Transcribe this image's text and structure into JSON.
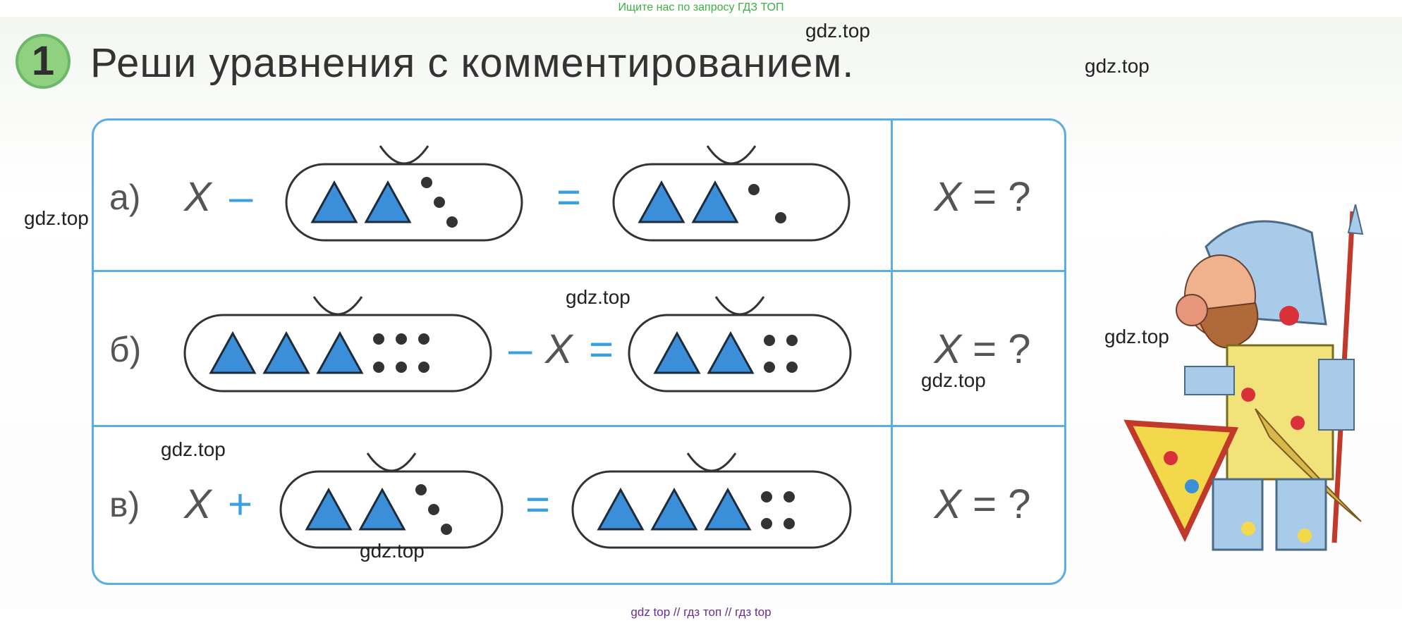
{
  "banner": "Ищите нас по запросу ГДЗ ТОП",
  "task": {
    "number": "1",
    "title": "Реши уравнения с комментированием."
  },
  "rows": [
    {
      "letter": "а)",
      "x": "X",
      "op": "–",
      "eq": "=",
      "answer_x": "X",
      "answer_eq": "=",
      "answer_q": "?"
    },
    {
      "letter": "б)",
      "x": "X",
      "op": "–",
      "eq": "=",
      "answer_x": "X",
      "answer_eq": "=",
      "answer_q": "?"
    },
    {
      "letter": "в)",
      "x": "X",
      "op": "+",
      "eq": "=",
      "answer_x": "X",
      "answer_eq": "=",
      "answer_q": "?"
    }
  ],
  "pictures": {
    "a_left": {
      "triangles": 2,
      "dots": 3
    },
    "a_right": {
      "triangles": 2,
      "dots": 2
    },
    "b_left": {
      "triangles": 3,
      "dots": 6
    },
    "b_right": {
      "triangles": 2,
      "dots": 4
    },
    "c_left": {
      "triangles": 2,
      "dots": 3
    },
    "c_right": {
      "triangles": 3,
      "dots": 4
    }
  },
  "watermarks": {
    "w1": "gdz.top",
    "w2": "gdz.top",
    "w3": "gdz.top",
    "w4": "gdz.top",
    "w5": "gdz.top",
    "w6": "gdz.top",
    "w7": "gdz.top",
    "w8": "gdz.top"
  },
  "footer": "gdz top  //  гдз топ  //  гдз top",
  "colors": {
    "frame": "#59aee8",
    "triangle": "#3b8fd9",
    "operator": "#3aa0e0",
    "badge": "#8fd17f"
  }
}
